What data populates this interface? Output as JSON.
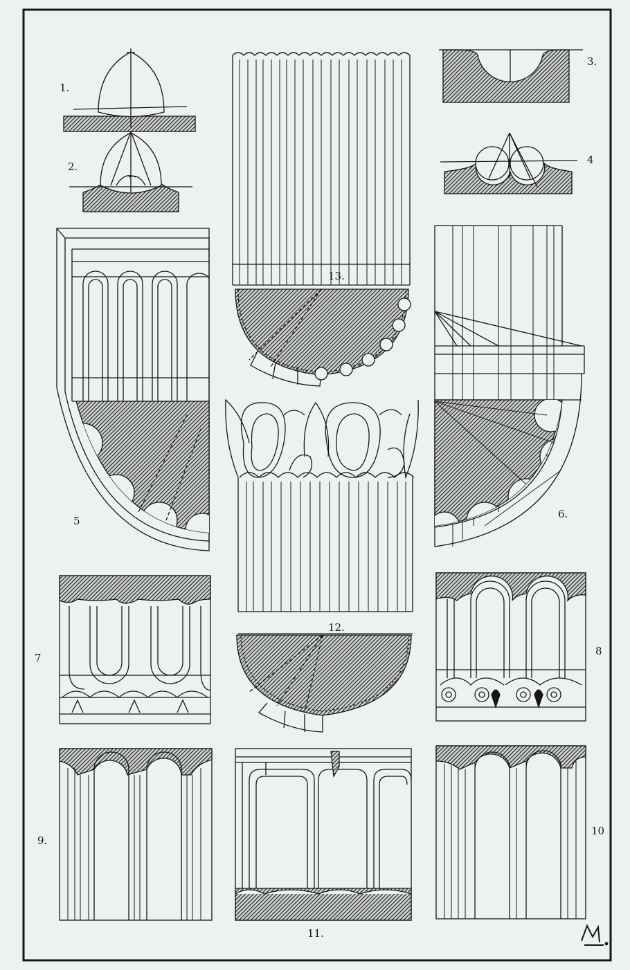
{
  "figures": [
    {
      "id": "1",
      "label": "1."
    },
    {
      "id": "2",
      "label": "2."
    },
    {
      "id": "3",
      "label": "3."
    },
    {
      "id": "4",
      "label": "4"
    },
    {
      "id": "5",
      "label": "5"
    },
    {
      "id": "6",
      "label": "6."
    },
    {
      "id": "7",
      "label": "7"
    },
    {
      "id": "8",
      "label": "8"
    },
    {
      "id": "9",
      "label": "9."
    },
    {
      "id": "10",
      "label": "10"
    },
    {
      "id": "11",
      "label": "11."
    },
    {
      "id": "12",
      "label": "12."
    },
    {
      "id": "13",
      "label": "13."
    }
  ],
  "monogram": "M",
  "colors": {
    "background": "#eef1f2",
    "ink": "#161616",
    "hatch": "#333333"
  }
}
